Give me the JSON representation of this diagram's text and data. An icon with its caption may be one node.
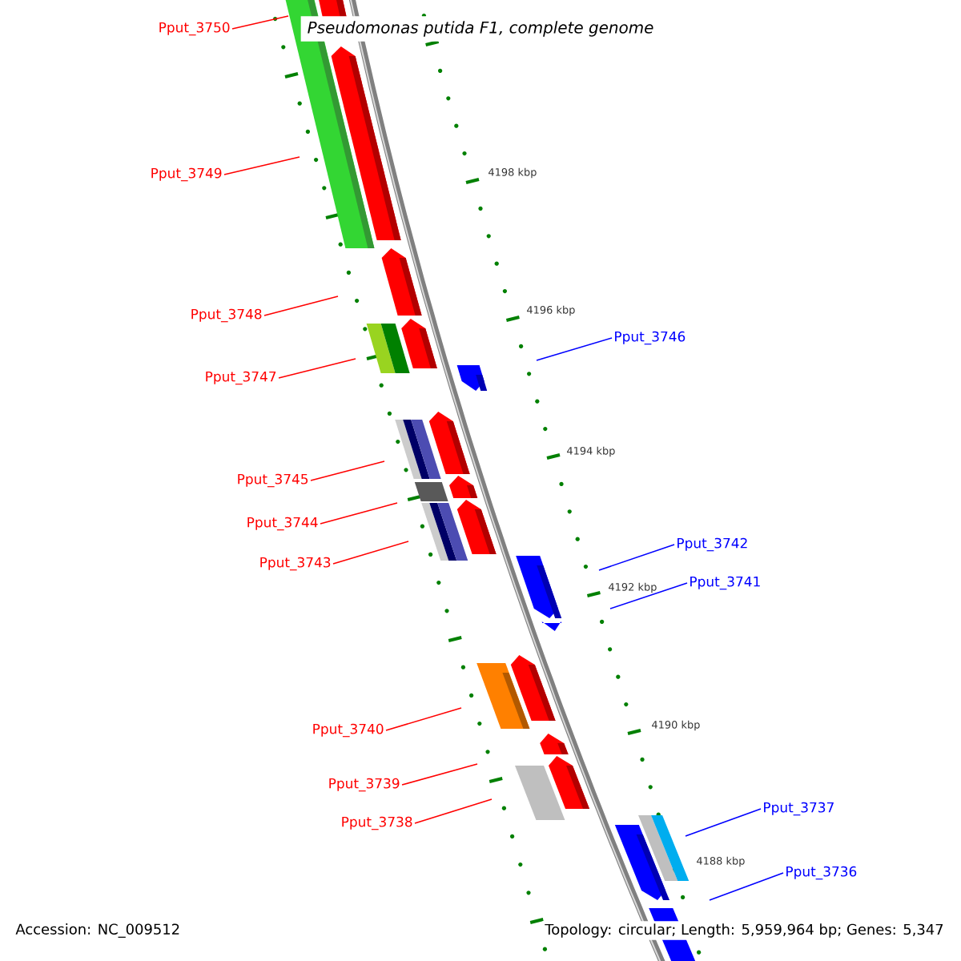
{
  "diagram": {
    "title": "Pseudomonas putida F1, complete genome",
    "nodes": [
      {
        "text": [
          "Pput_3750"
        ]
      },
      {
        "text": [
          "Pput_3749"
        ]
      },
      {
        "text": [
          "Pput_3748"
        ]
      },
      {
        "text": [
          "Pput_3746"
        ]
      },
      {
        "text": [
          "Pput_3747"
        ]
      },
      {
        "text": [
          "Pput_3745"
        ]
      },
      {
        "text": [
          "Pput_3744"
        ]
      },
      {
        "text": [
          "Pput_3742"
        ]
      },
      {
        "text": [
          "Pput_3743"
        ]
      },
      {
        "text": [
          "Pput_3741"
        ]
      },
      {
        "text": [
          "Pput_3740"
        ]
      },
      {
        "text": [
          "Pput_3739"
        ]
      },
      {
        "text": [
          "Pput_3737"
        ]
      },
      {
        "text": [
          "Pput_3738"
        ]
      },
      {
        "text": [
          "Pput_3736"
        ]
      }
    ],
    "edges": [
      {
        "from": 0,
        "to": null,
        "arrow": "none"
      },
      {
        "from": 1,
        "to": null,
        "arrow": "none"
      },
      {
        "from": 2,
        "to": null,
        "arrow": "none"
      },
      {
        "from": 3,
        "to": null,
        "arrow": "none",
        "color": "#0000ff"
      },
      {
        "from": 4,
        "to": null,
        "arrow": "none"
      },
      {
        "from": 5,
        "to": null,
        "arrow": "none"
      },
      {
        "from": 6,
        "to": null,
        "arrow": "none"
      },
      {
        "from": 7,
        "to": null,
        "arrow": "none",
        "color": "#0000ff"
      },
      {
        "from": 8,
        "to": null,
        "arrow": "none"
      },
      {
        "from": 9,
        "to": null,
        "arrow": "none",
        "color": "#0000ff"
      },
      {
        "from": 10,
        "to": null,
        "arrow": "none"
      },
      {
        "from": 11,
        "to": null,
        "arrow": "none"
      },
      {
        "from": 12,
        "to": null,
        "arrow": "none",
        "color": "#0000ff"
      },
      {
        "from": 13,
        "to": null,
        "arrow": "none"
      },
      {
        "from": 14,
        "to": null,
        "arrow": "none",
        "color": "#0000ff"
      }
    ],
    "labels": [
      "4198 kbp",
      "4196 kbp",
      "4194 kbp",
      "4192 kbp",
      "4190 kbp",
      "4188 kbp",
      "Accession: NC_009512",
      "Topology: circular; Length: 5,959,964 bp; Genes: 5,347"
    ]
  }
}
